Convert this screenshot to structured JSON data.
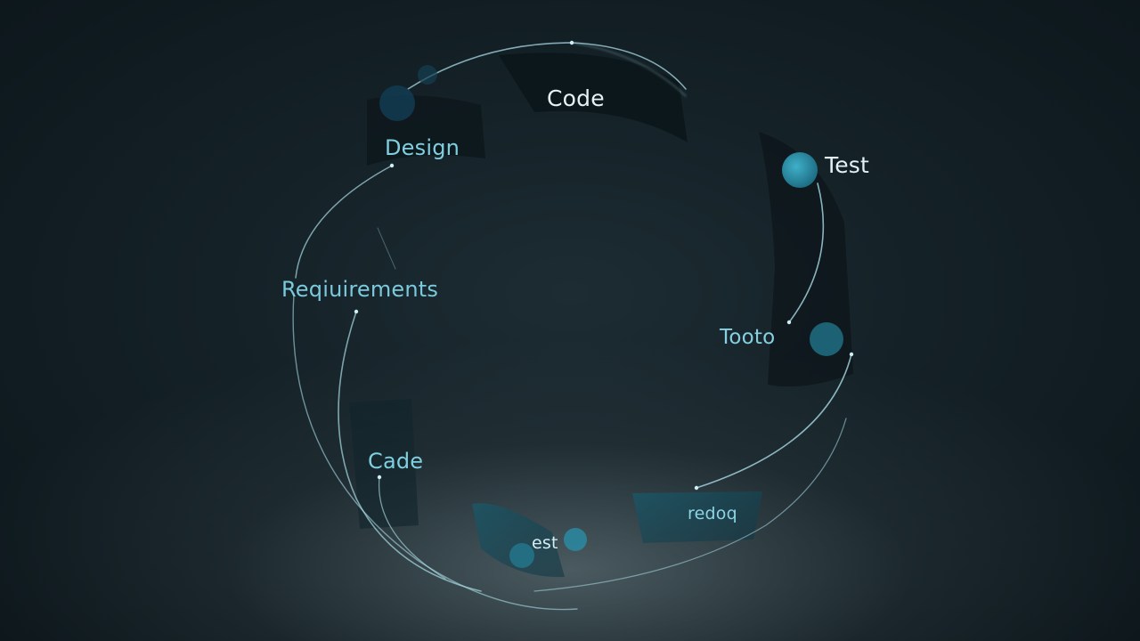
{
  "diagram": {
    "nodes": [
      {
        "id": "code-top",
        "label": "Code"
      },
      {
        "id": "design",
        "label": "Design"
      },
      {
        "id": "test",
        "label": "Test"
      },
      {
        "id": "requirements",
        "label": "Reqiuirements"
      },
      {
        "id": "tooto",
        "label": "Tooto"
      },
      {
        "id": "cade",
        "label": "Cade"
      },
      {
        "id": "redoq",
        "label": "redoq"
      },
      {
        "id": "est",
        "label": "est"
      }
    ],
    "colors": {
      "background": "#0d1a1f",
      "accent": "#2d8ea7",
      "line": "#a9dbe6",
      "label_bright": "#e4f2f5",
      "label_cyan": "#7fcfe0"
    }
  }
}
